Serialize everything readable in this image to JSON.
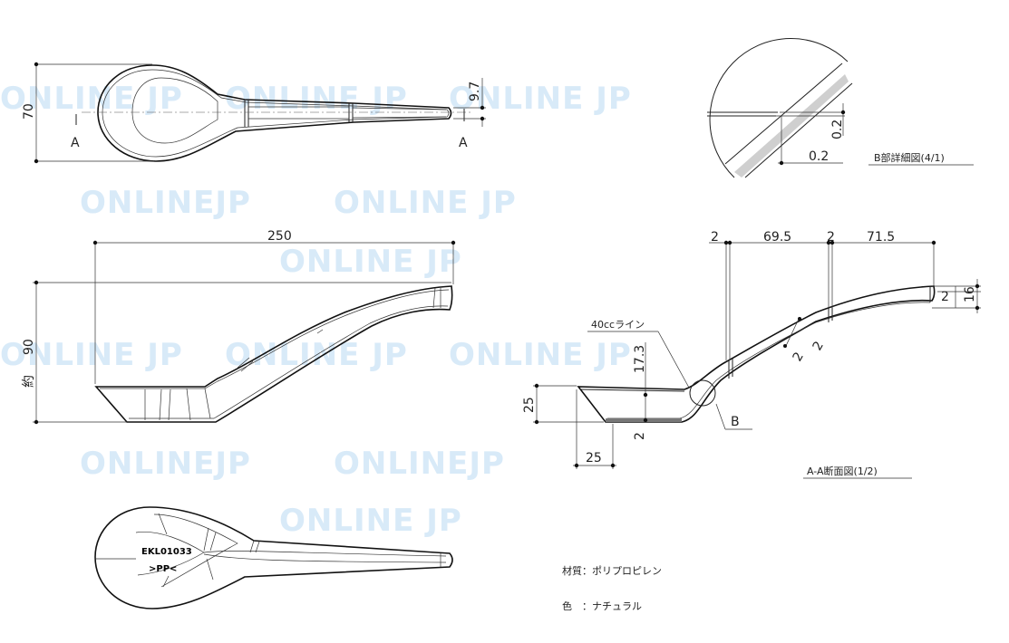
{
  "watermarks": [
    "ONLINE JP",
    "ONLINEJP"
  ],
  "top_view": {
    "dim_width": "70",
    "dim_tip": "9.7",
    "section_mark_left": "A",
    "section_mark_right": "A"
  },
  "side_view": {
    "dim_length": "250",
    "dim_height": "90",
    "dim_height_prefix": "約"
  },
  "bottom_view": {
    "emboss_code": "EKL01033",
    "emboss_material": ">PP<"
  },
  "detail_view": {
    "dim_a": "0.2",
    "dim_b": "0.2",
    "caption": "B部詳細図(4/1)"
  },
  "section_view": {
    "dim_top": [
      "2",
      "69.5",
      "2",
      "71.5"
    ],
    "dim_right_2": "2",
    "dim_right_16": "16",
    "capacity_label": "40ccライン",
    "dim_17_3": "17.3",
    "dim_25_v": "25",
    "dim_2_bottom": "2",
    "dim_25_h": "25",
    "wall_2a": "2",
    "wall_2b": "2",
    "detail_ref": "B",
    "caption": "A-A断面図(1/2)"
  },
  "notes": {
    "material": "材質：ポリプロピレン",
    "color": "色　：ナチュラル"
  }
}
